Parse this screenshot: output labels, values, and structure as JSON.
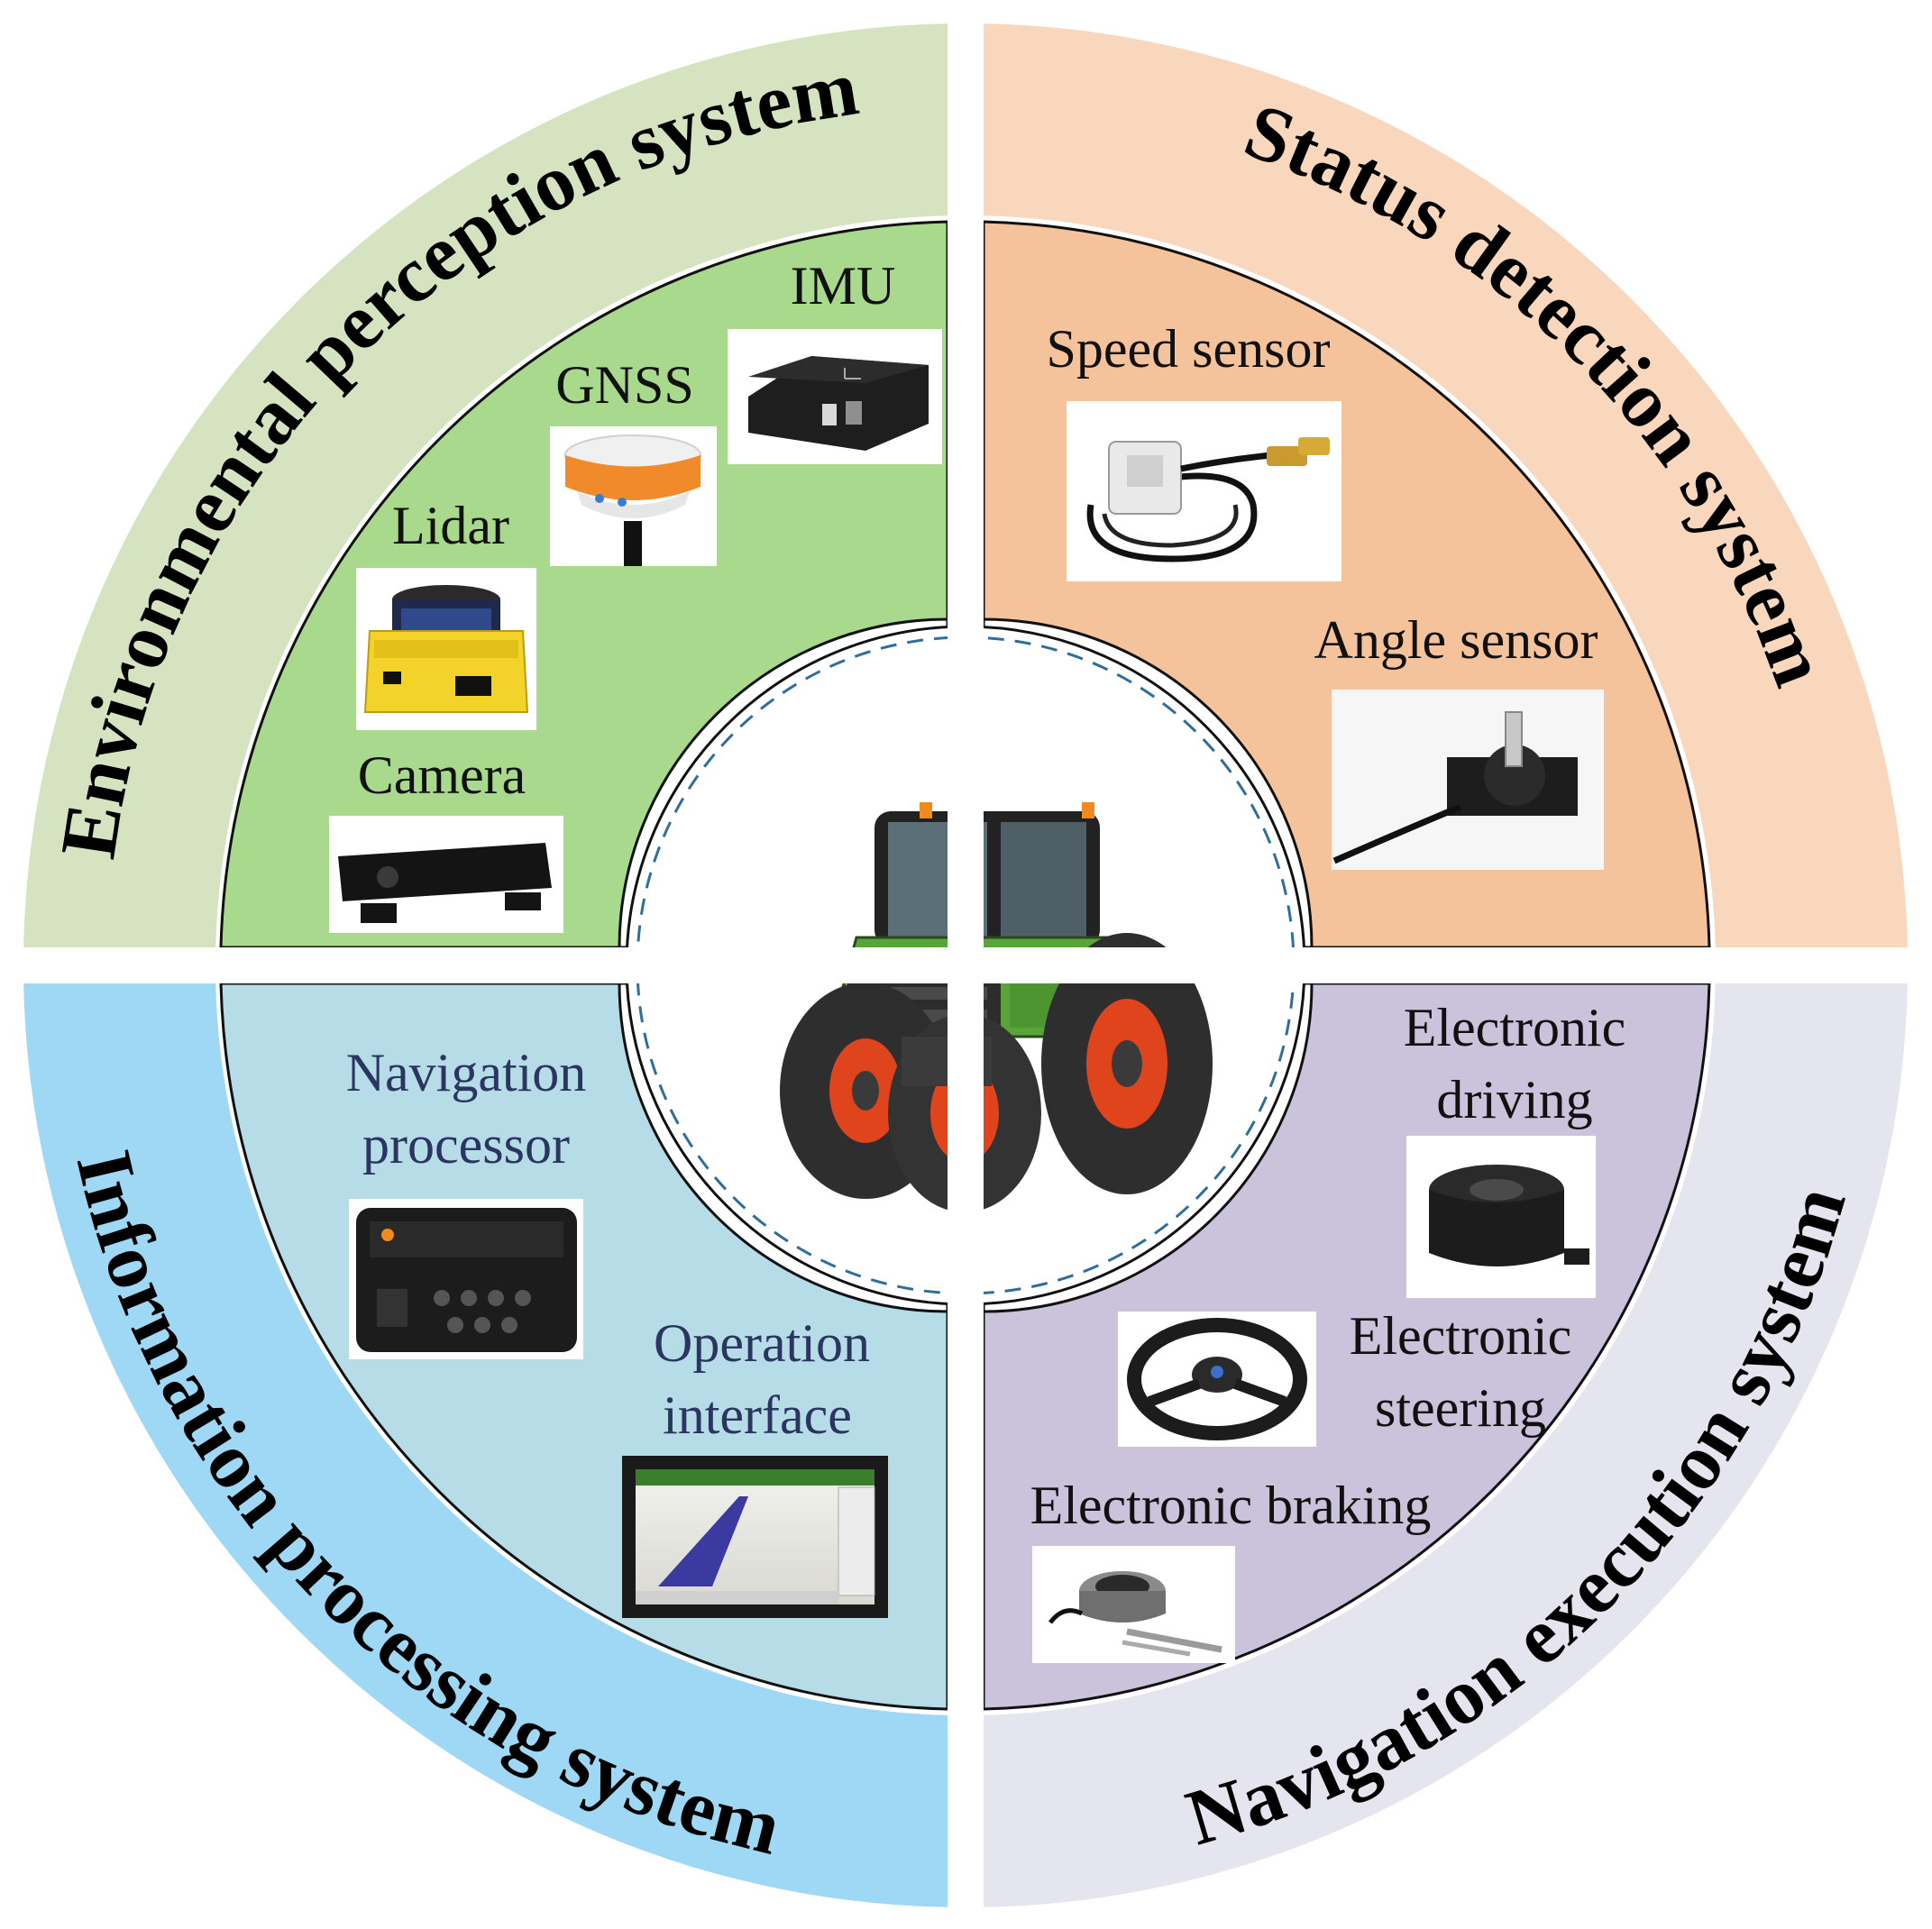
{
  "colors": {
    "background": "#ffffff",
    "epc_outer": "#d5e3c0",
    "epc_inner": "#a9d98c",
    "sds_outer": "#f9d7bd",
    "sds_inner": "#f5c39b",
    "ips_outer": "#9fd8f5",
    "ips_inner": "#b6dce7",
    "nes_outer": "#e5e5ef",
    "nes_inner": "#cbc3dc",
    "label_dark": "#111111",
    "label_navy": "#2a3560",
    "divider_dash": "#2f6e9b",
    "tractor_green": "#5aa53a",
    "tractor_tire": "#2e2e2e",
    "tractor_rim": "#e0441d"
  },
  "center": {
    "image": "tractor-image"
  },
  "quadrants": {
    "environmental": {
      "title": "Environmental perception system",
      "items": [
        {
          "label": "IMU",
          "icon": "imu-icon"
        },
        {
          "label": "GNSS",
          "icon": "gnss-receiver-icon"
        },
        {
          "label": "Lidar",
          "icon": "lidar-icon"
        },
        {
          "label": "Camera",
          "icon": "camera-icon"
        }
      ]
    },
    "status": {
      "title": "Status detection system",
      "items": [
        {
          "label": "Speed sensor",
          "icon": "speed-sensor-icon"
        },
        {
          "label": "Angle sensor",
          "icon": "angle-sensor-icon"
        }
      ]
    },
    "information": {
      "title": "Information processing system",
      "items": [
        {
          "label_line1": "Navigation",
          "label_line2": "processor",
          "icon": "navigation-processor-icon"
        },
        {
          "label_line1": "Operation",
          "label_line2": "interface",
          "icon": "operation-interface-icon"
        }
      ]
    },
    "navigation": {
      "title": "Navigation execution system",
      "items": [
        {
          "label_line1": "Electronic",
          "label_line2": "driving",
          "icon": "electric-motor-icon"
        },
        {
          "label_line1": "Electronic",
          "label_line2": "steering",
          "icon": "steering-wheel-icon"
        },
        {
          "label": "Electronic braking",
          "icon": "brake-icon"
        }
      ]
    }
  }
}
